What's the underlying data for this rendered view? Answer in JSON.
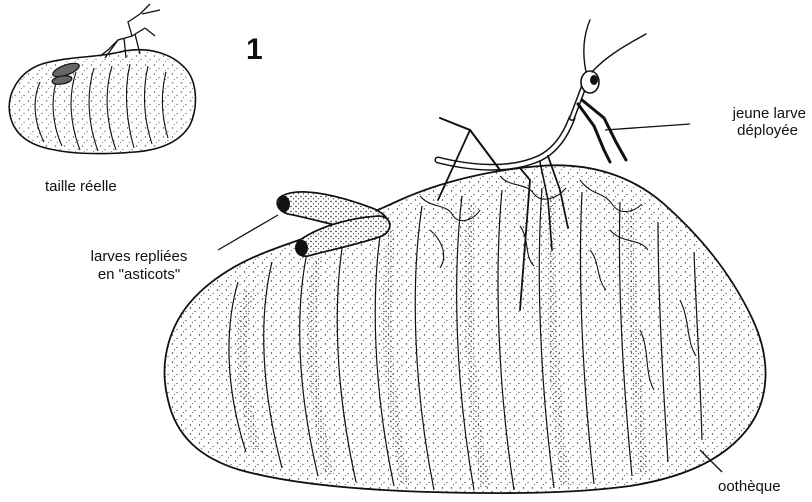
{
  "figure": {
    "number": "1",
    "labels": {
      "real_size": "taille réelle",
      "young_larva_line1": "jeune larve",
      "young_larva_line2": "déployée",
      "folded_larvae_line1": "larves repliées",
      "folded_larvae_line2": "en \"asticots\"",
      "ootheca": "oothèque"
    }
  },
  "colors": {
    "ink": "#111111",
    "background": "#ffffff"
  }
}
